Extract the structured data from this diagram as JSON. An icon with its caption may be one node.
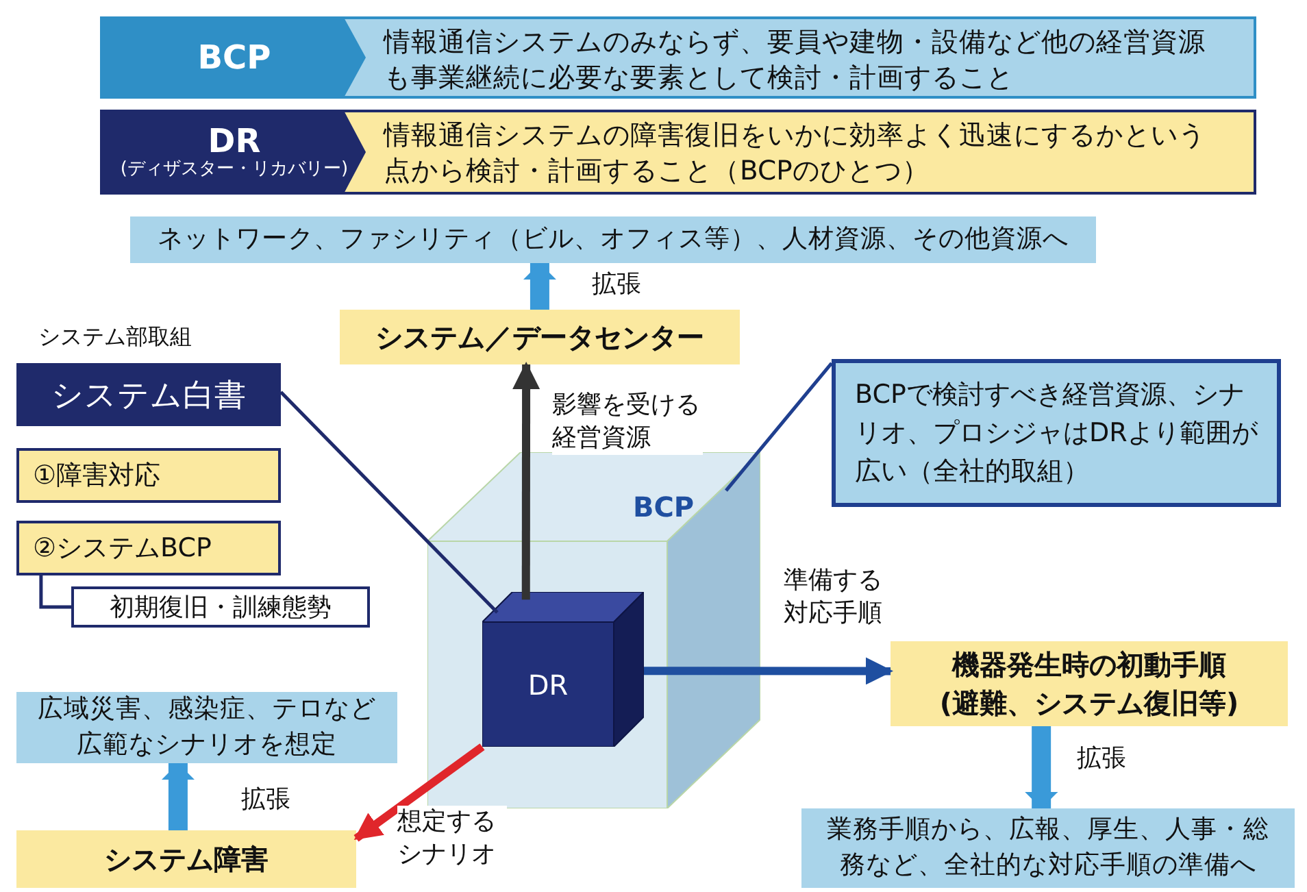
{
  "diagram": {
    "nodes": [
      {
        "text": [
          "BCP",
          "情報通信システムのみならず、要員や建物・設備など他の経営資源も事業継続に必要な要素として検討・計画すること"
        ]
      },
      {
        "text": [
          "DR",
          "(ディザスター・リカバリー)",
          "情報通信システムの障害復旧をいかに効率よく迅速にするかという点から検討・計画すること（BCPのひとつ）"
        ]
      },
      {
        "text": [
          "ネットワーク、ファシリティ（ビル、オフィス等）、人材資源、その他資源へ"
        ]
      },
      {
        "text": [
          "システム／データセンター"
        ]
      },
      {
        "text": [
          "システム白書"
        ]
      },
      {
        "text": [
          "①障害対応"
        ]
      },
      {
        "text": [
          "②システムBCP"
        ]
      },
      {
        "text": [
          "初期復旧・訓練態勢"
        ]
      },
      {
        "text": [
          "BCP"
        ]
      },
      {
        "text": [
          "DR"
        ],
        "in": 8
      },
      {
        "text": [
          "BCPで検討すべき経営資源、シナリオ、プロシジャはDRより範囲が広い（全社的取組）"
        ]
      },
      {
        "text": [
          "機器発生時の初動手順 (避難、システム復旧等)"
        ]
      },
      {
        "text": [
          "業務手順から、広報、厚生、人事・総務など、全社的な対応手順の準備へ"
        ]
      },
      {
        "text": [
          "広域災害、感染症、テロなど広範なシナリオを想定"
        ]
      },
      {
        "text": [
          "システム障害"
        ]
      }
    ],
    "edges": [
      {
        "from": 3,
        "to": 2,
        "arrow": "to",
        "label": "拡張",
        "style": "thick",
        "color": "#3a9ad9"
      },
      {
        "from": 9,
        "to": 3,
        "arrow": "to",
        "label": "影響を受ける経営資源",
        "color": "#333333"
      },
      {
        "from": 9,
        "to": 11,
        "arrow": "to",
        "label": "準備する対応手順",
        "color": "#1f4fa0"
      },
      {
        "from": 9,
        "to": 14,
        "arrow": "to",
        "label": "想定するシナリオ",
        "color": "#e0262b"
      },
      {
        "from": 11,
        "to": 12,
        "arrow": "to",
        "label": "拡張",
        "style": "thick",
        "color": "#3a9ad9"
      },
      {
        "from": 14,
        "to": 13,
        "arrow": "to",
        "label": "拡張",
        "style": "thick",
        "color": "#3a9ad9"
      },
      {
        "from": 4,
        "to": 9,
        "arrow": "none",
        "color": "#1f2a6b"
      },
      {
        "from": 10,
        "to": 8,
        "arrow": "none",
        "color": "#1f3f8f"
      },
      {
        "from": 6,
        "to": 7,
        "arrow": "none",
        "color": "#1f2a6b"
      }
    ],
    "labels": [
      "システム部取組"
    ]
  }
}
